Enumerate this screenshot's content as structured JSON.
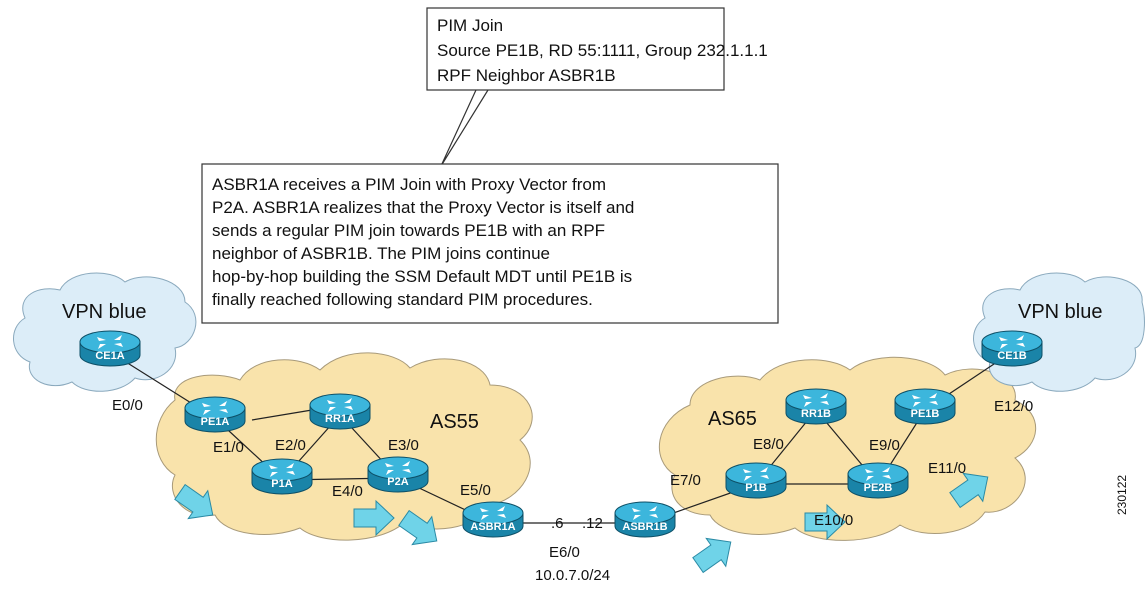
{
  "callout_top": {
    "lines": [
      "PIM Join",
      "Source PE1B, RD 55:1111, Group 232.1.1.1",
      "RPF Neighbor ASBR1B"
    ]
  },
  "callout_main": {
    "lines": [
      "ASBR1A receives a PIM Join with Proxy Vector from",
      "P2A. ASBR1A realizes that the Proxy Vector is itself and",
      "sends a regular PIM join towards PE1B with an RPF",
      "neighbor of ASBR1B.  The PIM joins continue",
      "hop-by-hop building the SSM Default MDT until PE1B is",
      "finally reached following standard PIM procedures."
    ]
  },
  "clouds": {
    "vpn_left": "VPN blue",
    "vpn_right": "VPN blue",
    "as_left": "AS55",
    "as_right": "AS65"
  },
  "routers": {
    "ce1a": "CE1A",
    "pe1a": "PE1A",
    "rr1a": "RR1A",
    "p1a": "P1A",
    "p2a": "P2A",
    "asbr1a": "ASBR1A",
    "asbr1b": "ASBR1B",
    "p1b": "P1B",
    "rr1b": "RR1B",
    "pe1b": "PE1B",
    "pe2b": "PE2B",
    "ce1b": "CE1B"
  },
  "interfaces": {
    "e0": "E0/0",
    "e1": "E1/0",
    "e2": "E2/0",
    "e3": "E3/0",
    "e4": "E4/0",
    "e5": "E5/0",
    "e6": "E6/0",
    "e7": "E7/0",
    "e8": "E8/0",
    "e9": "E9/0",
    "e10": "E10/0",
    "e11": "E11/0",
    "e12": "E12/0"
  },
  "link": {
    "addr_a": ".6",
    "addr_b": ".12",
    "subnet": "10.0.7.0/24"
  },
  "figure_id": "230122",
  "colors": {
    "cloud_yellow": "#f9e3ab",
    "cloud_blue": "#dcedf8",
    "router": "#29a3c8",
    "arrow": "#6fd3e8"
  }
}
